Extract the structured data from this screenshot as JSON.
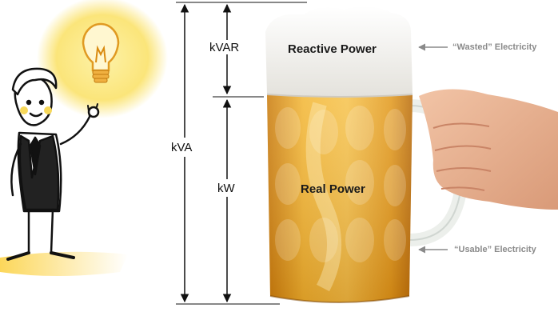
{
  "labels": {
    "kvar": "kVAR",
    "kva": "kVA",
    "kw": "kW",
    "reactive_power": "Reactive Power",
    "real_power": "Real Power",
    "wasted_electricity": "“Wasted” Electricity",
    "usable_electricity": "“Usable” Electricity"
  },
  "colors": {
    "beer": "#e8a21e",
    "beer_dark": "#b86a08",
    "foam": "#f6f6f4",
    "glow": "#fbe98a",
    "arrow": "#111111",
    "side_text": "#8a8a8a"
  },
  "icons": [
    "lightbulb-icon",
    "cartoon-man",
    "beer-mug",
    "hand"
  ]
}
